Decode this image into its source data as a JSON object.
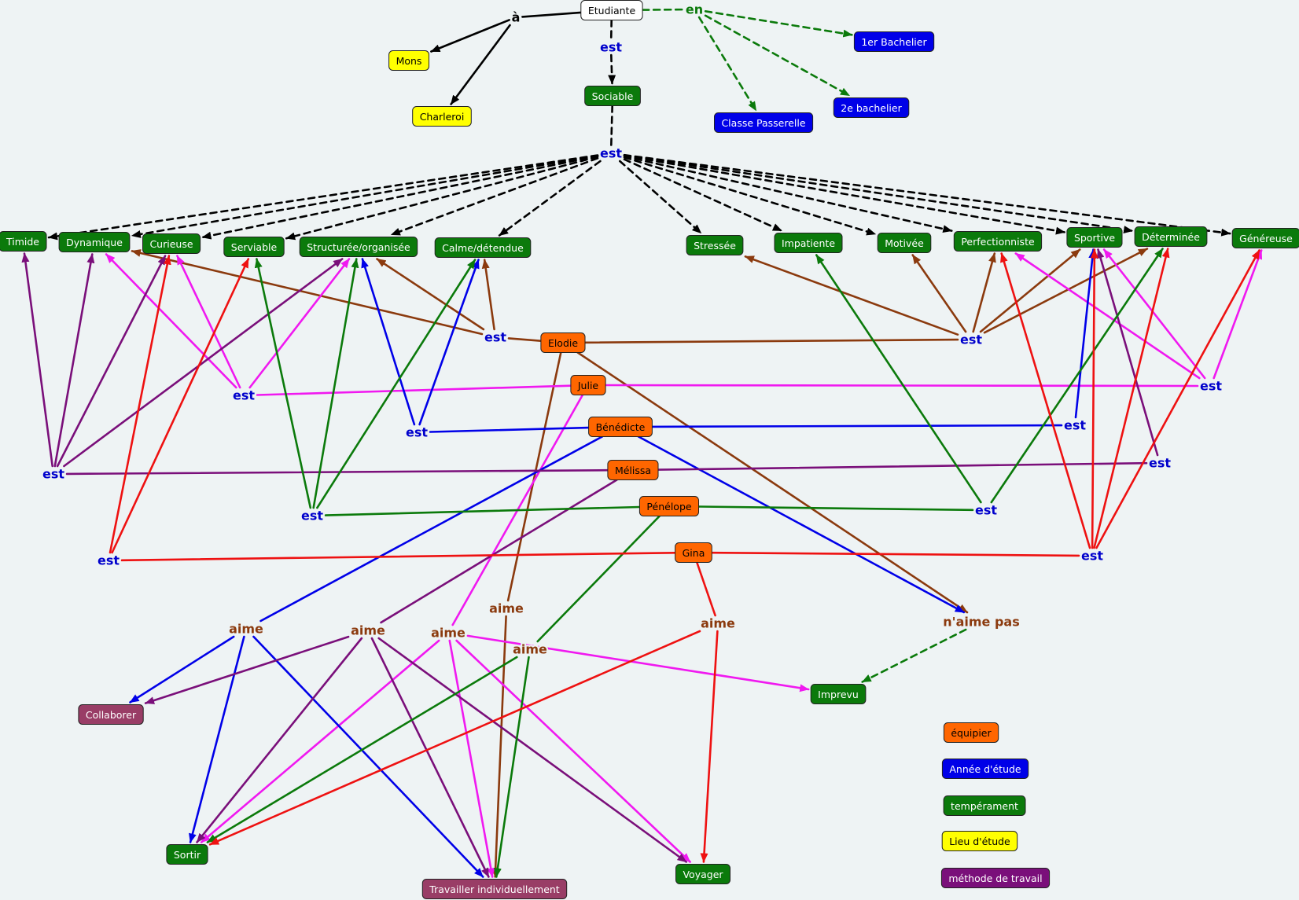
{
  "colors": {
    "background": "#eef3f4",
    "green": "#0b7a0b",
    "blue": "#0000e8",
    "orange": "#ff6600",
    "yellow": "#ffff00",
    "purple": "#7a0f7a",
    "plum": "#993d66",
    "white": "#ffffff",
    "brown": "#8b3a0e",
    "magenta": "#f019f0",
    "red": "#ee1111",
    "black": "#000000",
    "linkBlue": "#0000cc"
  },
  "nodes": [
    {
      "id": "etudiante",
      "label": "Etudiante",
      "color": "white"
    },
    {
      "id": "mons",
      "label": "Mons",
      "color": "yellow"
    },
    {
      "id": "charleroi",
      "label": "Charleroi",
      "color": "yellow"
    },
    {
      "id": "sociable",
      "label": "Sociable",
      "color": "green"
    },
    {
      "id": "bac1",
      "label": "1er Bachelier",
      "color": "blue"
    },
    {
      "id": "bac2",
      "label": "2e bachelier",
      "color": "blue"
    },
    {
      "id": "passerelle",
      "label": "Classe Passerelle",
      "color": "blue"
    },
    {
      "id": "timide",
      "label": "Timide",
      "color": "green"
    },
    {
      "id": "dynamique",
      "label": "Dynamique",
      "color": "green"
    },
    {
      "id": "curieuse",
      "label": "Curieuse",
      "color": "green"
    },
    {
      "id": "serviable",
      "label": "Serviable",
      "color": "green"
    },
    {
      "id": "structuree",
      "label": "Structurée/organisée",
      "color": "green"
    },
    {
      "id": "calme",
      "label": "Calme/détendue",
      "color": "green"
    },
    {
      "id": "stressee",
      "label": "Stressée",
      "color": "green"
    },
    {
      "id": "impatiente",
      "label": "Impatiente",
      "color": "green"
    },
    {
      "id": "motivee",
      "label": "Motivée",
      "color": "green"
    },
    {
      "id": "perfectionniste",
      "label": "Perfectionniste",
      "color": "green"
    },
    {
      "id": "sportive",
      "label": "Sportive",
      "color": "green"
    },
    {
      "id": "determinee",
      "label": "Déterminée",
      "color": "green"
    },
    {
      "id": "genereuse",
      "label": "Généreuse",
      "color": "green"
    },
    {
      "id": "elodie",
      "label": "Elodie",
      "color": "orange"
    },
    {
      "id": "julie",
      "label": "Julie",
      "color": "orange"
    },
    {
      "id": "benedicte",
      "label": "Bénédicte",
      "color": "orange"
    },
    {
      "id": "melissa",
      "label": "Mélissa",
      "color": "orange"
    },
    {
      "id": "penelope",
      "label": "Pénélope",
      "color": "orange"
    },
    {
      "id": "gina",
      "label": "Gina",
      "color": "orange"
    },
    {
      "id": "collaborer",
      "label": "Collaborer",
      "color": "plum"
    },
    {
      "id": "sortir",
      "label": "Sortir",
      "color": "green"
    },
    {
      "id": "travailler",
      "label": "Travailler individuellement",
      "color": "plum"
    },
    {
      "id": "voyager",
      "label": "Voyager",
      "color": "green"
    },
    {
      "id": "imprevu",
      "label": "Imprevu",
      "color": "green"
    }
  ],
  "link_phrases": [
    {
      "id": "a",
      "label": "à"
    },
    {
      "id": "en",
      "label": "en"
    },
    {
      "id": "est0",
      "label": "est"
    },
    {
      "id": "est1",
      "label": "est"
    },
    {
      "id": "estE1",
      "label": "est"
    },
    {
      "id": "estE2",
      "label": "est"
    },
    {
      "id": "estJ1",
      "label": "est"
    },
    {
      "id": "estJ2",
      "label": "est"
    },
    {
      "id": "estB1",
      "label": "est"
    },
    {
      "id": "estB2",
      "label": "est"
    },
    {
      "id": "estM1",
      "label": "est"
    },
    {
      "id": "estM2",
      "label": "est"
    },
    {
      "id": "estP1",
      "label": "est"
    },
    {
      "id": "estP2",
      "label": "est"
    },
    {
      "id": "estG1",
      "label": "est"
    },
    {
      "id": "estG2",
      "label": "est"
    },
    {
      "id": "aimeB",
      "label": "aime"
    },
    {
      "id": "aimeM",
      "label": "aime"
    },
    {
      "id": "aimeJ",
      "label": "aime"
    },
    {
      "id": "aimeE",
      "label": "aime"
    },
    {
      "id": "aimeP",
      "label": "aime"
    },
    {
      "id": "aimeG",
      "label": "aime"
    },
    {
      "id": "naimepas",
      "label": "n'aime pas"
    }
  ],
  "legend": [
    {
      "id": "legend-equipier",
      "label": "équipier",
      "color": "orange"
    },
    {
      "id": "legend-annee",
      "label": "Année d'étude",
      "color": "blue"
    },
    {
      "id": "legend-temperament",
      "label": "tempérament",
      "color": "green"
    },
    {
      "id": "legend-lieu",
      "label": "Lieu d'étude",
      "color": "yellow"
    },
    {
      "id": "legend-methode",
      "label": "méthode de travail",
      "color": "purple"
    }
  ],
  "connections": [
    {
      "from": "etudiante",
      "to": "a",
      "color": "black",
      "arrow": false
    },
    {
      "from": "a",
      "to": "mons",
      "color": "black",
      "arrow": true
    },
    {
      "from": "a",
      "to": "charleroi",
      "color": "black",
      "arrow": true
    },
    {
      "from": "etudiante",
      "to": "en",
      "color": "green",
      "arrow": false,
      "dashed": true
    },
    {
      "from": "en",
      "to": "bac1",
      "color": "green",
      "arrow": true,
      "dashed": true
    },
    {
      "from": "en",
      "to": "bac2",
      "color": "green",
      "arrow": true,
      "dashed": true
    },
    {
      "from": "en",
      "to": "passerelle",
      "color": "green",
      "arrow": true,
      "dashed": true
    },
    {
      "from": "etudiante",
      "to": "est0",
      "color": "black",
      "arrow": false,
      "dashed": true
    },
    {
      "from": "est0",
      "to": "sociable",
      "color": "black",
      "arrow": true,
      "dashed": true
    },
    {
      "from": "sociable",
      "to": "est1",
      "color": "black",
      "arrow": false,
      "dashed": true
    },
    {
      "from": "est1",
      "to": "timide",
      "color": "black",
      "arrow": true,
      "dashed": true
    },
    {
      "from": "est1",
      "to": "dynamique",
      "color": "black",
      "arrow": true,
      "dashed": true
    },
    {
      "from": "est1",
      "to": "curieuse",
      "color": "black",
      "arrow": true,
      "dashed": true
    },
    {
      "from": "est1",
      "to": "serviable",
      "color": "black",
      "arrow": true,
      "dashed": true
    },
    {
      "from": "est1",
      "to": "structuree",
      "color": "black",
      "arrow": true,
      "dashed": true
    },
    {
      "from": "est1",
      "to": "calme",
      "color": "black",
      "arrow": true,
      "dashed": true
    },
    {
      "from": "est1",
      "to": "stressee",
      "color": "black",
      "arrow": true,
      "dashed": true
    },
    {
      "from": "est1",
      "to": "impatiente",
      "color": "black",
      "arrow": true,
      "dashed": true
    },
    {
      "from": "est1",
      "to": "motivee",
      "color": "black",
      "arrow": true,
      "dashed": true
    },
    {
      "from": "est1",
      "to": "perfectionniste",
      "color": "black",
      "arrow": true,
      "dashed": true
    },
    {
      "from": "est1",
      "to": "sportive",
      "color": "black",
      "arrow": true,
      "dashed": true
    },
    {
      "from": "est1",
      "to": "determinee",
      "color": "black",
      "arrow": true,
      "dashed": true
    },
    {
      "from": "est1",
      "to": "genereuse",
      "color": "black",
      "arrow": true,
      "dashed": true
    },
    {
      "from": "elodie",
      "to": "estE1",
      "color": "brown",
      "arrow": false
    },
    {
      "from": "estE1",
      "to": "dynamique",
      "color": "brown",
      "arrow": true
    },
    {
      "from": "estE1",
      "to": "structuree",
      "color": "brown",
      "arrow": true
    },
    {
      "from": "estE1",
      "to": "calme",
      "color": "brown",
      "arrow": true
    },
    {
      "from": "elodie",
      "to": "estE2",
      "color": "brown",
      "arrow": false
    },
    {
      "from": "estE2",
      "to": "stressee",
      "color": "brown",
      "arrow": true
    },
    {
      "from": "estE2",
      "to": "motivee",
      "color": "brown",
      "arrow": true
    },
    {
      "from": "estE2",
      "to": "perfectionniste",
      "color": "brown",
      "arrow": true
    },
    {
      "from": "estE2",
      "to": "sportive",
      "color": "brown",
      "arrow": true
    },
    {
      "from": "estE2",
      "to": "determinee",
      "color": "brown",
      "arrow": true
    },
    {
      "from": "elodie",
      "to": "aimeE",
      "color": "brown",
      "arrow": false
    },
    {
      "from": "aimeE",
      "to": "travailler",
      "color": "brown",
      "arrow": true
    },
    {
      "from": "elodie",
      "to": "naimepas",
      "color": "brown",
      "arrow": true
    },
    {
      "from": "julie",
      "to": "estJ1",
      "color": "magenta",
      "arrow": false
    },
    {
      "from": "estJ1",
      "to": "dynamique",
      "color": "magenta",
      "arrow": true
    },
    {
      "from": "estJ1",
      "to": "curieuse",
      "color": "magenta",
      "arrow": true
    },
    {
      "from": "estJ1",
      "to": "structuree",
      "color": "magenta",
      "arrow": true
    },
    {
      "from": "julie",
      "to": "estJ2",
      "color": "magenta",
      "arrow": false
    },
    {
      "from": "estJ2",
      "to": "perfectionniste",
      "color": "magenta",
      "arrow": true
    },
    {
      "from": "estJ2",
      "to": "sportive",
      "color": "magenta",
      "arrow": true
    },
    {
      "from": "estJ2",
      "to": "genereuse",
      "color": "magenta",
      "arrow": true
    },
    {
      "from": "julie",
      "to": "aimeJ",
      "color": "magenta",
      "arrow": false
    },
    {
      "from": "aimeJ",
      "to": "sortir",
      "color": "magenta",
      "arrow": true
    },
    {
      "from": "aimeJ",
      "to": "travailler",
      "color": "magenta",
      "arrow": true
    },
    {
      "from": "aimeJ",
      "to": "voyager",
      "color": "magenta",
      "arrow": true
    },
    {
      "from": "aimeJ",
      "to": "imprevu",
      "color": "magenta",
      "arrow": true
    },
    {
      "from": "benedicte",
      "to": "estB1",
      "color": "blue",
      "arrow": false
    },
    {
      "from": "estB1",
      "to": "structuree",
      "color": "blue",
      "arrow": true
    },
    {
      "from": "estB1",
      "to": "calme",
      "color": "blue",
      "arrow": true
    },
    {
      "from": "benedicte",
      "to": "estB2",
      "color": "blue",
      "arrow": false
    },
    {
      "from": "estB2",
      "to": "sportive",
      "color": "blue",
      "arrow": true
    },
    {
      "from": "benedicte",
      "to": "aimeB",
      "color": "blue",
      "arrow": false
    },
    {
      "from": "aimeB",
      "to": "collaborer",
      "color": "blue",
      "arrow": true
    },
    {
      "from": "aimeB",
      "to": "sortir",
      "color": "blue",
      "arrow": true
    },
    {
      "from": "aimeB",
      "to": "travailler",
      "color": "blue",
      "arrow": true
    },
    {
      "from": "benedicte",
      "to": "naimepas",
      "color": "blue",
      "arrow": true
    },
    {
      "from": "melissa",
      "to": "estM1",
      "color": "purple",
      "arrow": false
    },
    {
      "from": "estM1",
      "to": "timide",
      "color": "purple",
      "arrow": true
    },
    {
      "from": "estM1",
      "to": "dynamique",
      "color": "purple",
      "arrow": true
    },
    {
      "from": "estM1",
      "to": "curieuse",
      "color": "purple",
      "arrow": true
    },
    {
      "from": "estM1",
      "to": "structuree",
      "color": "purple",
      "arrow": true
    },
    {
      "from": "melissa",
      "to": "estM2",
      "color": "purple",
      "arrow": false
    },
    {
      "from": "estM2",
      "to": "sportive",
      "color": "purple",
      "arrow": true
    },
    {
      "from": "melissa",
      "to": "aimeM",
      "color": "purple",
      "arrow": false
    },
    {
      "from": "aimeM",
      "to": "collaborer",
      "color": "purple",
      "arrow": true
    },
    {
      "from": "aimeM",
      "to": "sortir",
      "color": "purple",
      "arrow": true
    },
    {
      "from": "aimeM",
      "to": "travailler",
      "color": "purple",
      "arrow": true
    },
    {
      "from": "aimeM",
      "to": "voyager",
      "color": "purple",
      "arrow": true
    },
    {
      "from": "penelope",
      "to": "estP1",
      "color": "green",
      "arrow": false
    },
    {
      "from": "estP1",
      "to": "serviable",
      "color": "green",
      "arrow": true
    },
    {
      "from": "estP1",
      "to": "structuree",
      "color": "green",
      "arrow": true
    },
    {
      "from": "estP1",
      "to": "calme",
      "color": "green",
      "arrow": true
    },
    {
      "from": "penelope",
      "to": "estP2",
      "color": "green",
      "arrow": false
    },
    {
      "from": "estP2",
      "to": "impatiente",
      "color": "green",
      "arrow": true
    },
    {
      "from": "estP2",
      "to": "determinee",
      "color": "green",
      "arrow": true
    },
    {
      "from": "penelope",
      "to": "aimeP",
      "color": "green",
      "arrow": false
    },
    {
      "from": "aimeP",
      "to": "sortir",
      "color": "green",
      "arrow": true
    },
    {
      "from": "aimeP",
      "to": "travailler",
      "color": "green",
      "arrow": true
    },
    {
      "from": "gina",
      "to": "estG1",
      "color": "red",
      "arrow": false
    },
    {
      "from": "estG1",
      "to": "curieuse",
      "color": "red",
      "arrow": true
    },
    {
      "from": "estG1",
      "to": "serviable",
      "color": "red",
      "arrow": true
    },
    {
      "from": "gina",
      "to": "estG2",
      "color": "red",
      "arrow": false
    },
    {
      "from": "estG2",
      "to": "perfectionniste",
      "color": "red",
      "arrow": true
    },
    {
      "from": "estG2",
      "to": "sportive",
      "color": "red",
      "arrow": true
    },
    {
      "from": "estG2",
      "to": "determinee",
      "color": "red",
      "arrow": true
    },
    {
      "from": "estG2",
      "to": "genereuse",
      "color": "red",
      "arrow": true
    },
    {
      "from": "gina",
      "to": "aimeG",
      "color": "red",
      "arrow": false
    },
    {
      "from": "aimeG",
      "to": "sortir",
      "color": "red",
      "arrow": true
    },
    {
      "from": "aimeG",
      "to": "voyager",
      "color": "red",
      "arrow": true
    },
    {
      "from": "naimepas",
      "to": "imprevu",
      "color": "green",
      "arrow": true,
      "dashed": true
    }
  ]
}
